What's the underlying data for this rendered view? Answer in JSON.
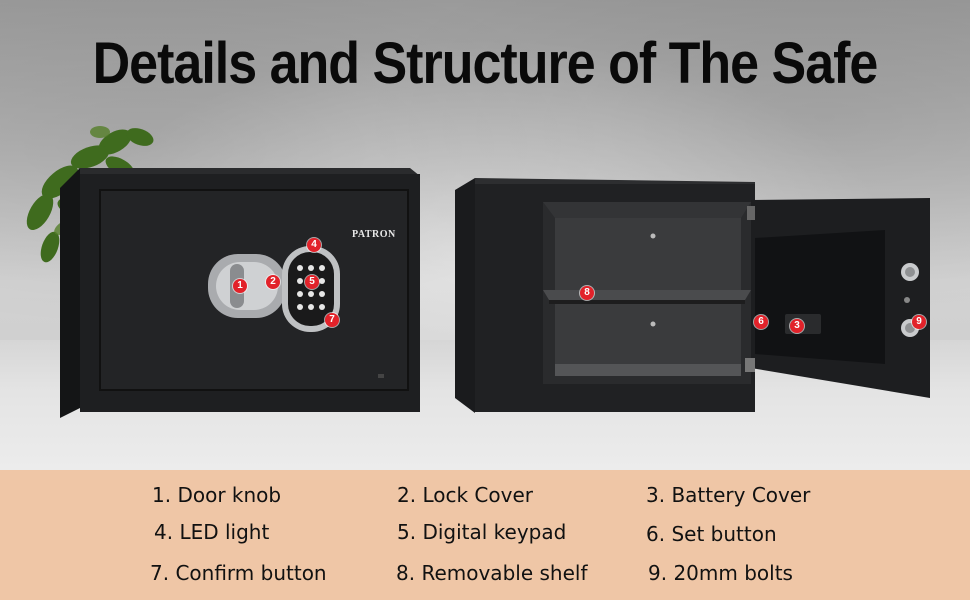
{
  "title": "Details and Structure of The Safe",
  "brand": "PATRON",
  "callouts_left": [
    "1",
    "2",
    "4",
    "5",
    "7"
  ],
  "callouts_right": [
    "3",
    "6",
    "8",
    "9"
  ],
  "legend": [
    {
      "number": "1.",
      "label": "Door knob"
    },
    {
      "number": "2.",
      "label": "Lock Cover"
    },
    {
      "number": "3.",
      "label": "Battery Cover"
    },
    {
      "number": "4.",
      "label": "LED light"
    },
    {
      "number": "5.",
      "label": "Digital keypad"
    },
    {
      "number": "6.",
      "label": "Set button"
    },
    {
      "number": "7.",
      "label": "Confirm button"
    },
    {
      "number": "8.",
      "label": "Removable shelf"
    },
    {
      "number": "9.",
      "label": "20mm bolts"
    }
  ],
  "colors": {
    "callout": "#e2222a",
    "legend_bg": "#efc6a6",
    "safe_body": "#1b1c1e"
  }
}
